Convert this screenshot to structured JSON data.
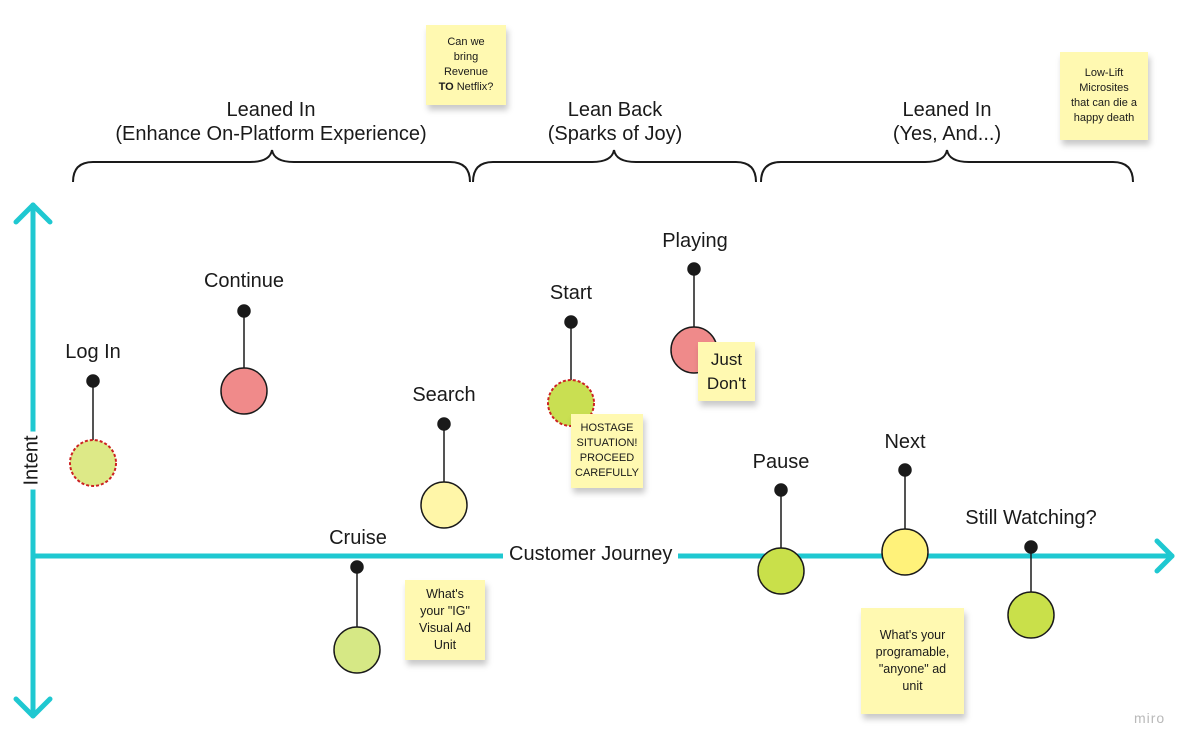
{
  "phases": [
    {
      "line1": "Leaned In",
      "line2": "(Enhance On-Platform Experience)"
    },
    {
      "line1": "Lean Back",
      "line2": "(Sparks of Joy)"
    },
    {
      "line1": "Leaned In",
      "line2": "(Yes, And...)"
    }
  ],
  "axes": {
    "x_label": "Customer Journey",
    "y_label": "Intent",
    "color": "#1fc8d1"
  },
  "stages": [
    {
      "label": "Log In",
      "fill": "#dde987",
      "dashed": true
    },
    {
      "label": "Continue",
      "fill": "#f08a8a",
      "dashed": false
    },
    {
      "label": "Cruise",
      "fill": "#d6e885",
      "dashed": false
    },
    {
      "label": "Search",
      "fill": "#fff6a8",
      "dashed": false
    },
    {
      "label": "Start",
      "fill": "#c9df52",
      "dashed": true
    },
    {
      "label": "Playing",
      "fill": "#ef8a8a",
      "dashed": false
    },
    {
      "label": "Pause",
      "fill": "#c9e04a",
      "dashed": false
    },
    {
      "label": "Next",
      "fill": "#fff27a",
      "dashed": false
    },
    {
      "label": "Still Watching?",
      "fill": "#c9e04a",
      "dashed": false
    }
  ],
  "stickies": {
    "revenue": {
      "line1": "Can we",
      "line2": "bring",
      "line3": "Revenue",
      "bold": "TO",
      "line4": "Netflix?"
    },
    "microsites": {
      "line1": "Low-Lift",
      "line2": "Microsites",
      "line3": "that can die a",
      "line4": "happy death"
    },
    "just_dont": {
      "line1": "Just",
      "line2": "Don't"
    },
    "hostage": {
      "line1": "HOSTAGE",
      "line2": "SITUATION!",
      "line3": "PROCEED",
      "line4": "CAREFULLY"
    },
    "ig": {
      "line1": "What's",
      "line2": "your \"IG\"",
      "line3": "Visual Ad",
      "line4": "Unit"
    },
    "programable": {
      "line1": "What's your",
      "line2": "programable,",
      "line3": "\"anyone\" ad",
      "line4": "unit"
    }
  },
  "watermark": "miro"
}
